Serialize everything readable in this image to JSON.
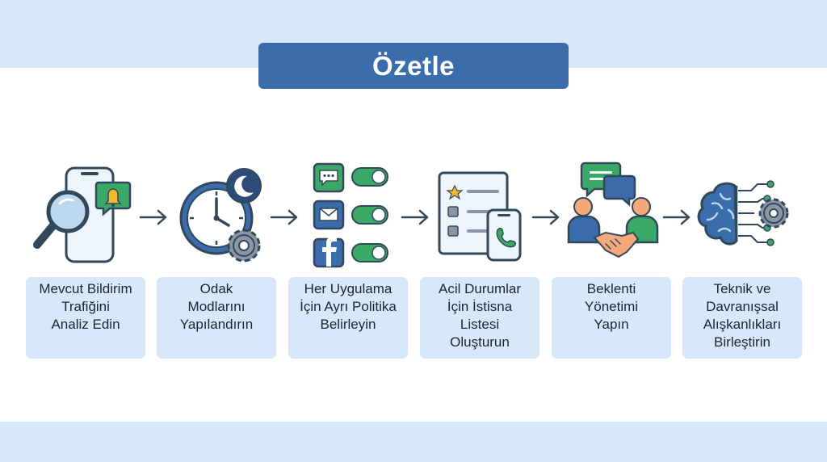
{
  "title": "Özetle",
  "steps": [
    {
      "label": "Mevcut Bildirim\nTrafiğini\nAnaliz Edin",
      "icon": "phone-magnifier-bell-icon"
    },
    {
      "label": "Odak\nModlarını\nYapılandırın",
      "icon": "clock-moon-gear-icon"
    },
    {
      "label": "Her Uygulama\nİçin Ayrı Politika\nBelirleyin",
      "icon": "app-toggles-icon"
    },
    {
      "label": "Acil Durumlar\nİçin İstisna\nListesi\nOluşturun",
      "icon": "checklist-phone-icon"
    },
    {
      "label": "Beklenti\nYönetimi\nYapın",
      "icon": "people-handshake-icon"
    },
    {
      "label": "Teknik ve\nDavranışsal\nAlışkanlıkları\nBirleştirin",
      "icon": "brain-circuit-gear-icon"
    }
  ],
  "colors": {
    "accent": "#3b6cab",
    "band": "#d7e8f9",
    "card": "#d6e8f9",
    "green": "#3aa968",
    "outline": "#33475b"
  }
}
